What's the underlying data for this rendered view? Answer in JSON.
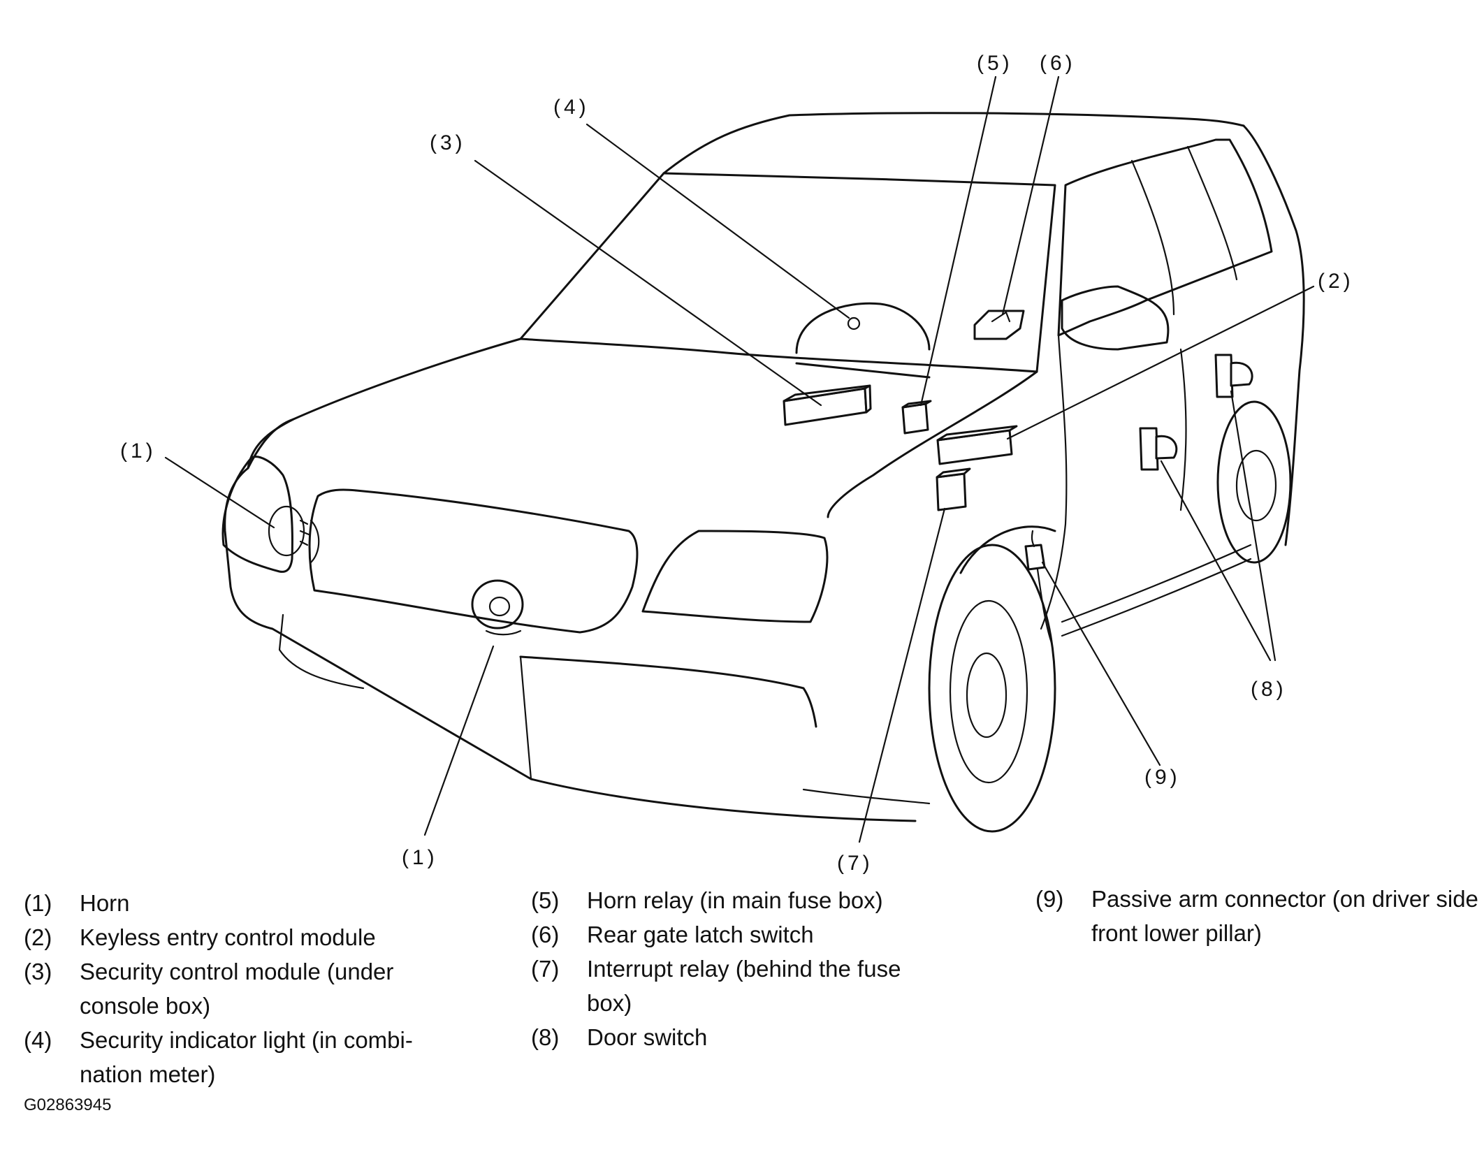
{
  "callouts": {
    "c1a": "(1)",
    "c1b": "(1)",
    "c2": "(2)",
    "c3": "(3)",
    "c4": "(4)",
    "c5": "(5)",
    "c6": "(6)",
    "c7": "(7)",
    "c8": "(8)",
    "c9": "(9)"
  },
  "legend": [
    {
      "num": "(1)",
      "text": "Horn"
    },
    {
      "num": "(2)",
      "text": "Keyless entry control module"
    },
    {
      "num": "(3)",
      "text": "Security control module (under console box)"
    },
    {
      "num": "(4)",
      "text": "Security indicator light (in combi-nation meter)"
    },
    {
      "num": "(5)",
      "text": "Horn relay (in main fuse box)"
    },
    {
      "num": "(6)",
      "text": "Rear gate latch switch"
    },
    {
      "num": "(7)",
      "text": "Interrupt relay (behind the fuse box)"
    },
    {
      "num": "(8)",
      "text": "Door switch"
    },
    {
      "num": "(9)",
      "text": "Passive arm connector (on driver side front lower pillar)"
    }
  ],
  "figure_id": "G02863945"
}
